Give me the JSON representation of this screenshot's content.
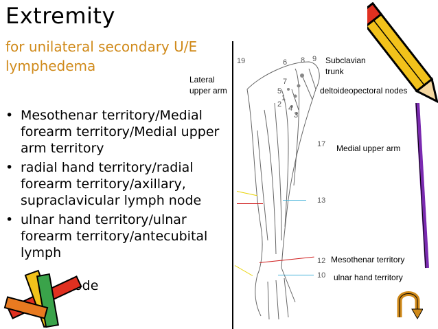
{
  "slide": {
    "title": "Extremity",
    "subtitle": "for unilateral secondary U/E lymphedema",
    "subtitle_color": "#d08a1a",
    "bullets": [
      "Mesothenar territory/Medial forearm territory/Medial upper arm territory",
      "radial hand territory/radial forearm territory/axillary, supraclavicular lymph node",
      "ulnar hand territory/ulnar forearm territory/antecubital lymph"
    ],
    "bullet_overflow": "node"
  },
  "figure": {
    "labels": {
      "lateral_upper_arm": "Lateral upper arm",
      "subclavian_trunk": "Subclavian trunk",
      "deltoideopectoral_nodes": "deltoideopectoral nodes",
      "medial_upper_arm": "Medial upper arm",
      "mesothenar_territory": "Mesothenar territory",
      "ulnar_hand_territory": "ulnar hand territory"
    },
    "numbers": {
      "n19": "19",
      "n6": "6",
      "n8": "8",
      "n9": "9",
      "n7": "7",
      "n5": "5",
      "n1": "1",
      "n2": "2",
      "n4": "4",
      "n3": "3",
      "n17": "17",
      "n13": "13",
      "n12": "12",
      "n10": "10"
    }
  },
  "icons": {
    "top_right": "pencil-icon",
    "bottom_left": "crayons-icon",
    "bottom_right": "u-turn-arrow-icon"
  }
}
